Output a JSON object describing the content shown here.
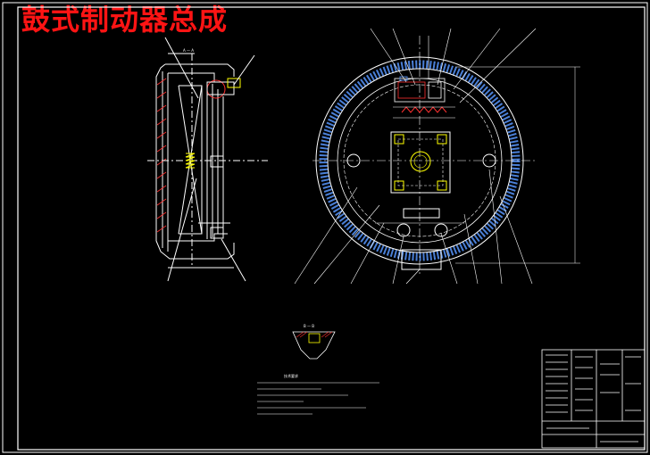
{
  "title": "鼓式制动器总成",
  "colors": {
    "background": "#000000",
    "title": "#ff1414",
    "lines": "#ffffff",
    "drum_band": "#4a7fd6",
    "hatch": "#ff3030",
    "hub": "#ffff00",
    "cylinder": "#d0d0d0",
    "spring": "#ffff00"
  },
  "section_label": "A — A",
  "detail_label": "B — B",
  "notes_heading": "技术要求"
}
